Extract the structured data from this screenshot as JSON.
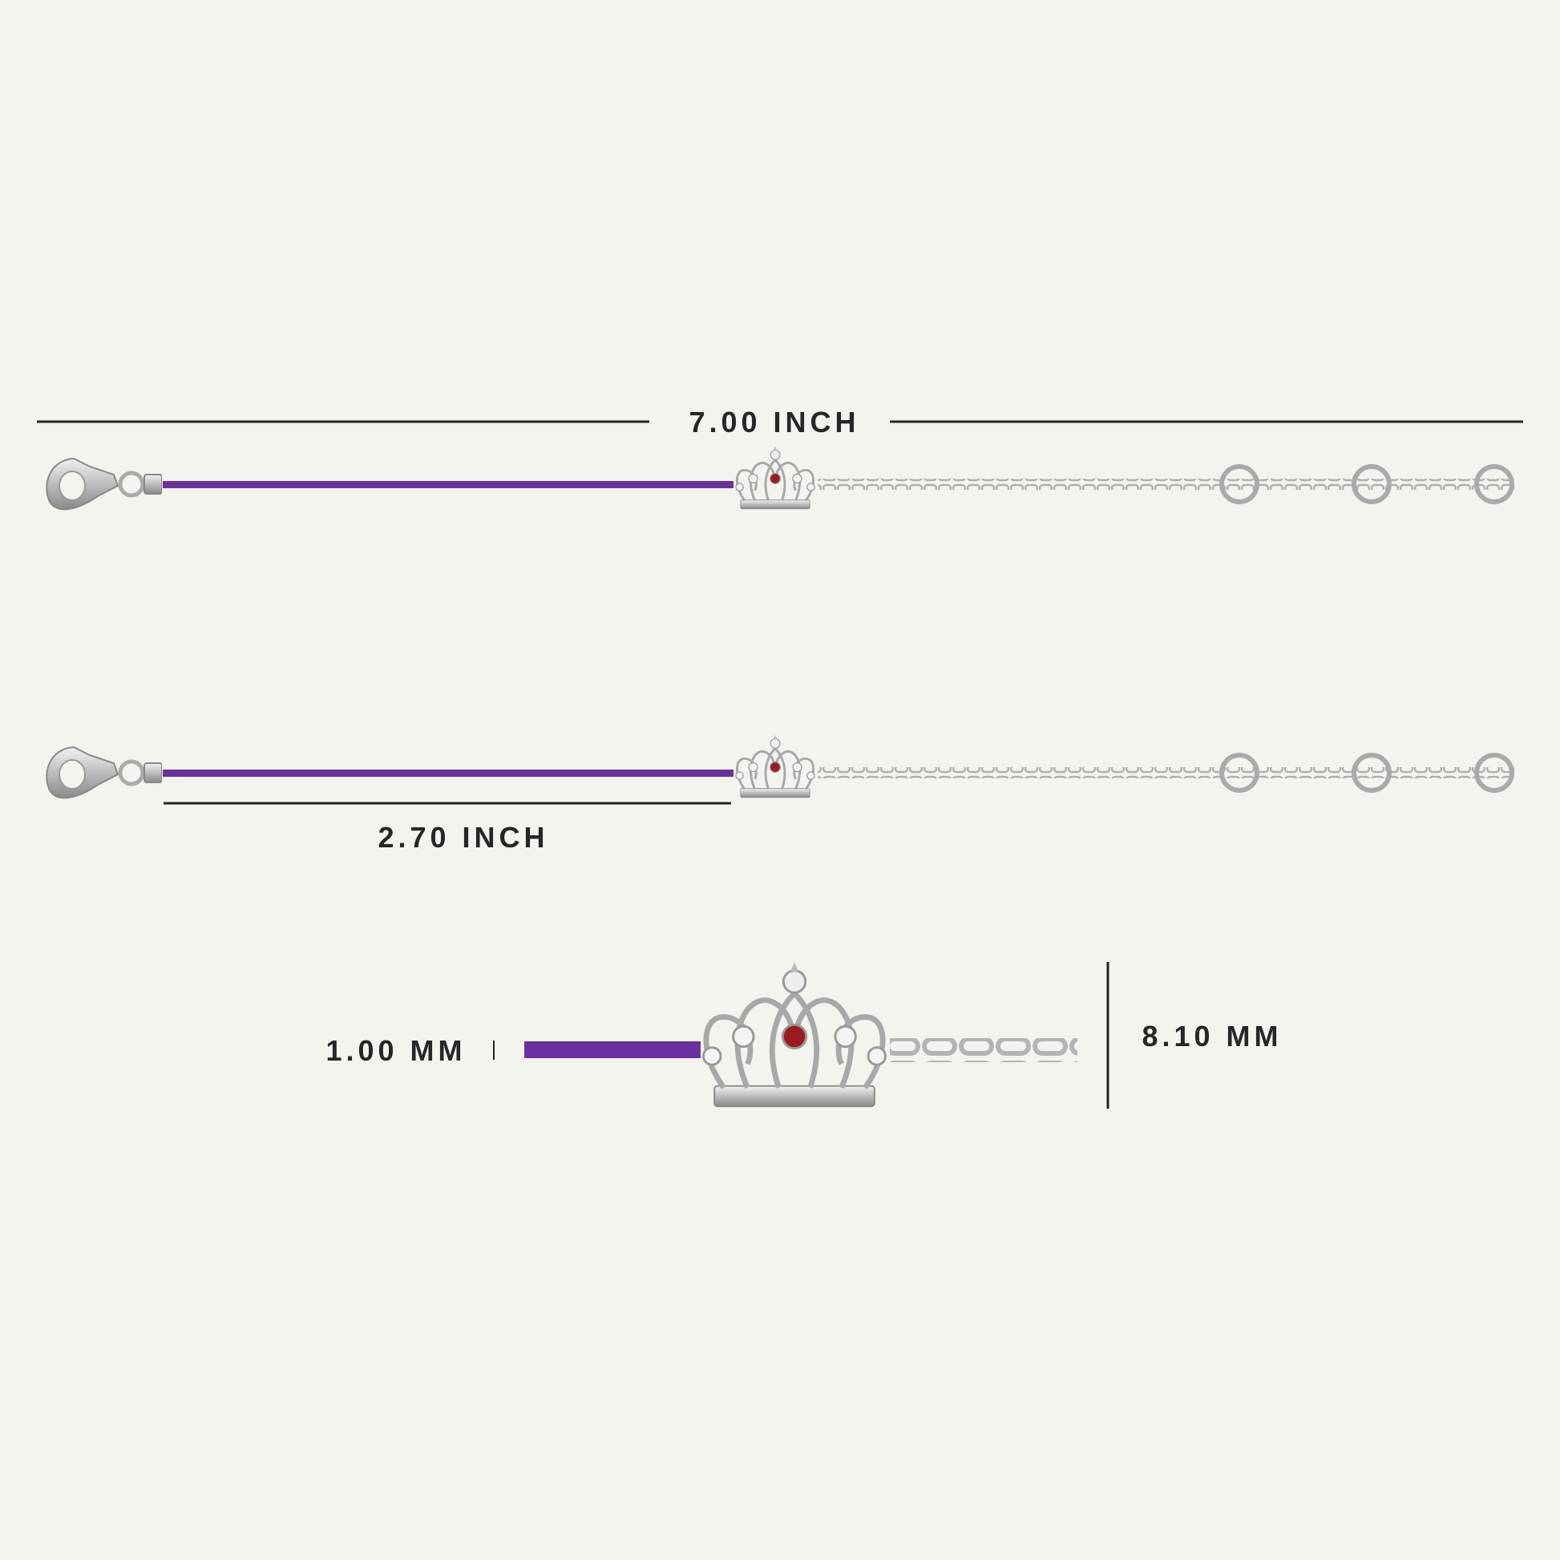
{
  "measurements": {
    "total_length": "7.00 INCH",
    "cord_length": "2.70 INCH",
    "cord_thickness": "1.00 MM",
    "pendant_height": "8.10 MM"
  },
  "colors": {
    "background": "#f4f4ef",
    "cord": "#6b30a0",
    "metal": "#c9c9c9",
    "ruby": "#9b1b1f",
    "text": "#262626"
  },
  "icons": [
    "lobster-clasp-icon",
    "crown-pendant-icon",
    "jump-ring-icon",
    "cable-chain-icon"
  ]
}
